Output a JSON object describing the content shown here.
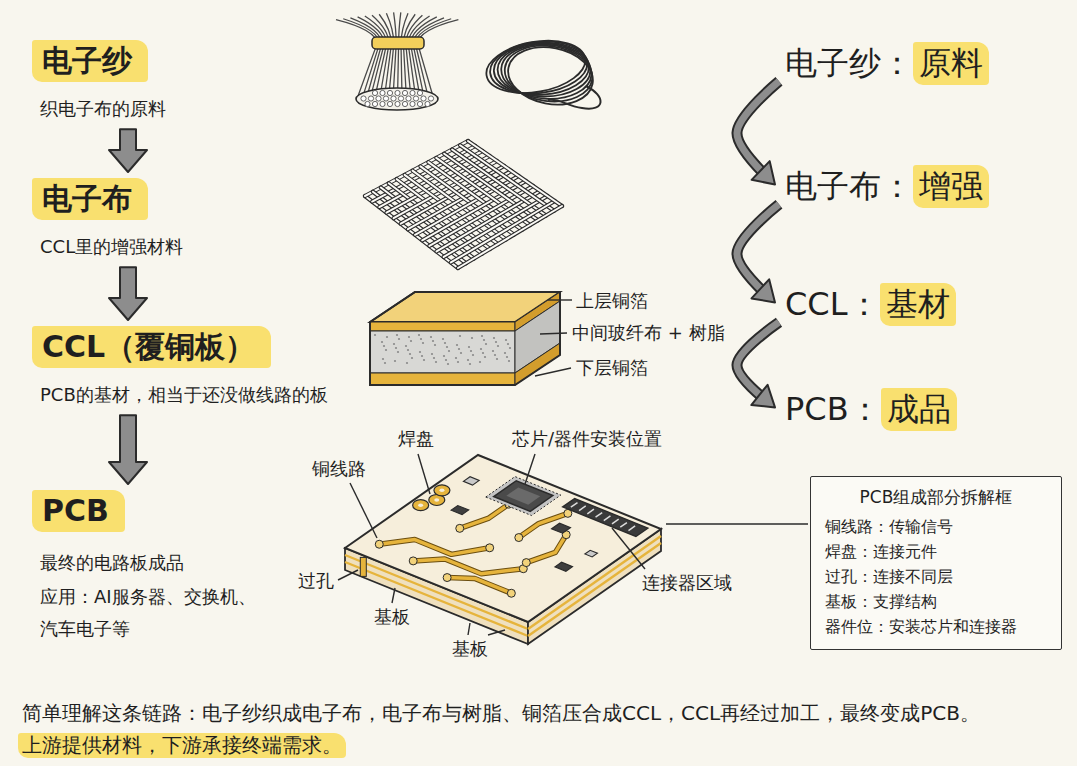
{
  "diagram": {
    "caption": "简单理解这条链路：电子纱织成电子布，电子布与树脂、铜箔压合成CCL，CCL再经过加工，最终变成PCB。",
    "nodes": [
      {
        "text": [
          "电子纱",
          "织电子布的原料"
        ]
      },
      {
        "text": [
          "电子布",
          "CCL里的增强材料"
        ]
      },
      {
        "text": [
          "CCL（覆铜板）",
          "PCB的基材，相当于还没做线路的板"
        ]
      },
      {
        "text": [
          "PCB",
          "最终的电路板成品",
          "应用：AI服务器、交换机、 汽车电子等"
        ]
      },
      {
        "text": [
          "电子纱：",
          "原料"
        ]
      },
      {
        "text": [
          "电子布：",
          "增强"
        ]
      },
      {
        "text": [
          "CCL：",
          "基材"
        ]
      },
      {
        "text": [
          "PCB：",
          "成品"
        ]
      },
      {
        "text": [
          "PCB组成部分拆解框",
          "铜线路：传输信号",
          "焊盘：连接元件",
          "过孔：连接不同层",
          "基板：支撑结构",
          "器件位：安装芯片和连接器"
        ]
      }
    ],
    "edges": [
      {
        "from": 0,
        "to": 1,
        "arrow": "to"
      },
      {
        "from": 1,
        "to": 2,
        "arrow": "to"
      },
      {
        "from": 2,
        "to": 3,
        "arrow": "to"
      },
      {
        "from": 4,
        "to": 5,
        "arrow": "to"
      },
      {
        "from": 5,
        "to": 6,
        "arrow": "to"
      },
      {
        "from": 6,
        "to": 7,
        "arrow": "to"
      }
    ],
    "labels": [
      "上层铜箔",
      "中间玻纤布 + 树脂",
      "下层铜箔",
      "焊盘",
      "芯片/器件安装位置",
      "铜线路",
      "过孔",
      "连接器区域",
      "基板",
      "基板",
      "上游提供材料，下游承接终端需求。"
    ]
  }
}
